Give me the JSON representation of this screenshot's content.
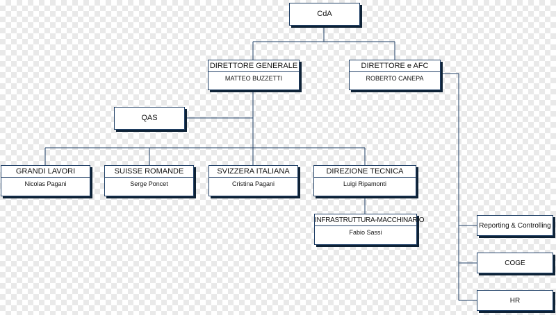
{
  "cda": {
    "title": "CdA"
  },
  "direttore_generale": {
    "title": "DIRETTORE GENERALE",
    "person": "MATTEO BUZZETTI"
  },
  "direttore_afc": {
    "title": "DIRETTORE e AFC",
    "person": "ROBERTO CANEPA"
  },
  "qas": {
    "title": "QAS"
  },
  "grandi_lavori": {
    "title": "GRANDI LAVORI",
    "person": "Nicolas Pagani"
  },
  "suisse_romande": {
    "title": "SUISSE ROMANDE",
    "person": "Serge Poncet"
  },
  "svizzera_italiana": {
    "title": "SVIZZERA ITALIANA",
    "person": "Cristina Pagani"
  },
  "direzione_tecnica": {
    "title": "DIREZIONE TECNICA",
    "person": "Luigi Ripamonti"
  },
  "infrastruttura": {
    "title": "INFRASTRUTTURA-MACCHINARIO",
    "person": "Fabio Sassi"
  },
  "reporting": {
    "title": "Reporting & Controlling"
  },
  "coge": {
    "title": "COGE"
  },
  "hr": {
    "title": "HR"
  },
  "colors": {
    "line": "#1f3f66",
    "shadow": "#0e2236",
    "box": "#ffffff"
  }
}
